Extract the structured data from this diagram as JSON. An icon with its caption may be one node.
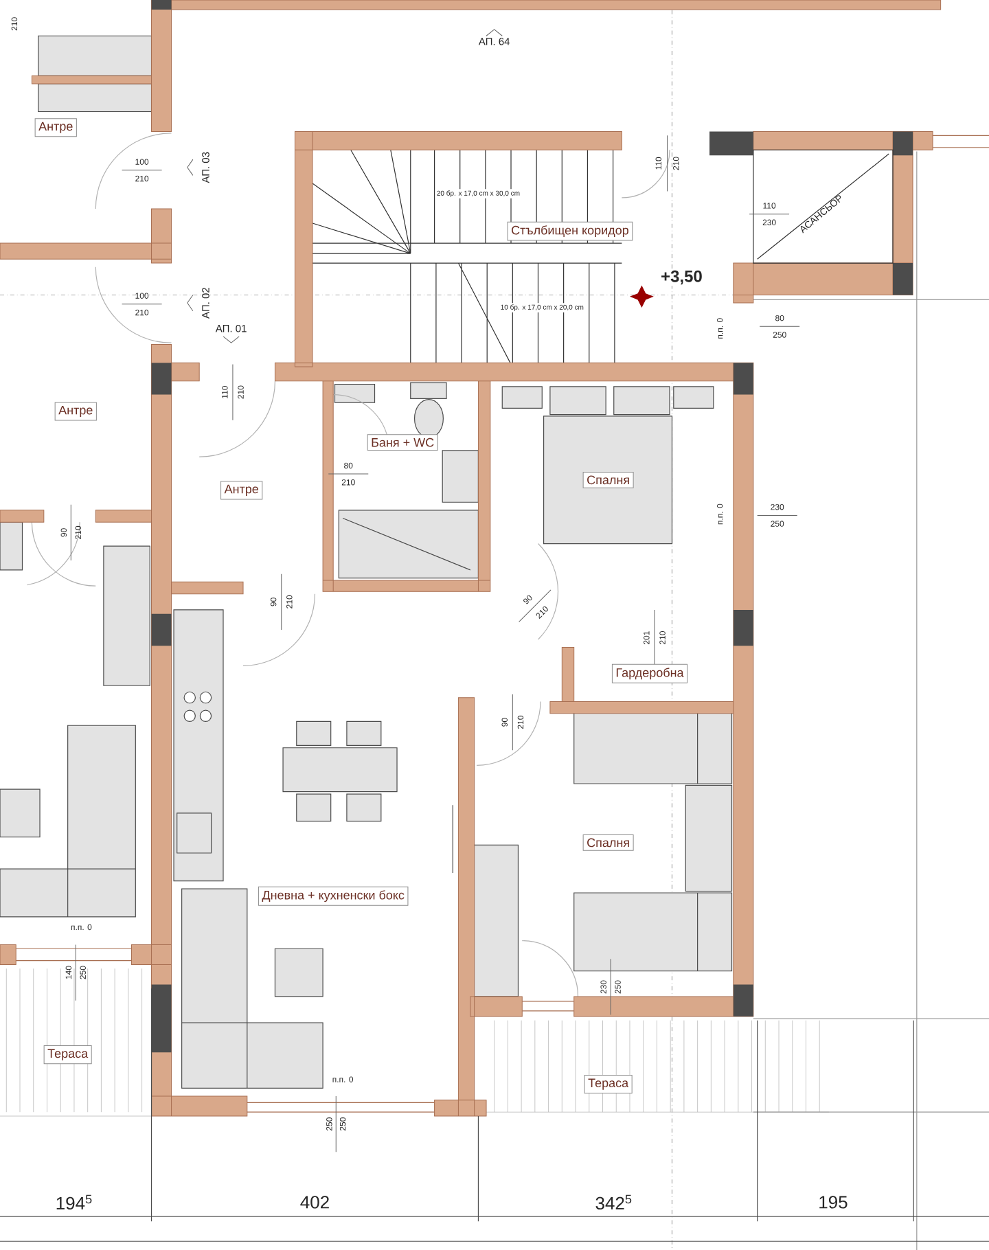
{
  "diagram": {
    "nodes": [
      {
        "text": [
          "Антре"
        ]
      },
      {
        "text": [
          "Стълбищен коридор"
        ]
      },
      {
        "text": [
          "Антре"
        ]
      },
      {
        "text": [
          "Баня + WC"
        ]
      },
      {
        "text": [
          "Антре"
        ]
      },
      {
        "text": [
          "Спалня"
        ]
      },
      {
        "text": [
          "Гардеробна"
        ]
      },
      {
        "text": [
          "Спалня"
        ]
      },
      {
        "text": [
          "Дневна + кухненски бокс"
        ]
      },
      {
        "text": [
          "Тераса"
        ]
      },
      {
        "text": [
          "Тераса"
        ]
      }
    ],
    "labels": [
      "210",
      "АП. 64",
      "110",
      "210",
      "100",
      "210",
      "АП. 03",
      "20 бр. x 17,0 cm x 30,0 cm",
      "110",
      "230",
      "АСАНСЬОР",
      "+3,50",
      "100",
      "210",
      "АП. 02",
      "10 бр. x 17,0 cm x 20,0 cm",
      "АП. 01",
      "п.п. 0",
      "80",
      "250",
      "110",
      "210",
      "80",
      "210",
      "п.п. 0",
      "230",
      "250",
      "90",
      "210",
      "90",
      "210",
      "90",
      "210",
      "201",
      "210",
      "90",
      "210",
      "п.п. 0",
      "140",
      "250",
      "230",
      "250",
      "п.п. 0",
      "250",
      "250",
      "194$^{5}$",
      "402",
      "342$^{5}$",
      "195"
    ]
  }
}
